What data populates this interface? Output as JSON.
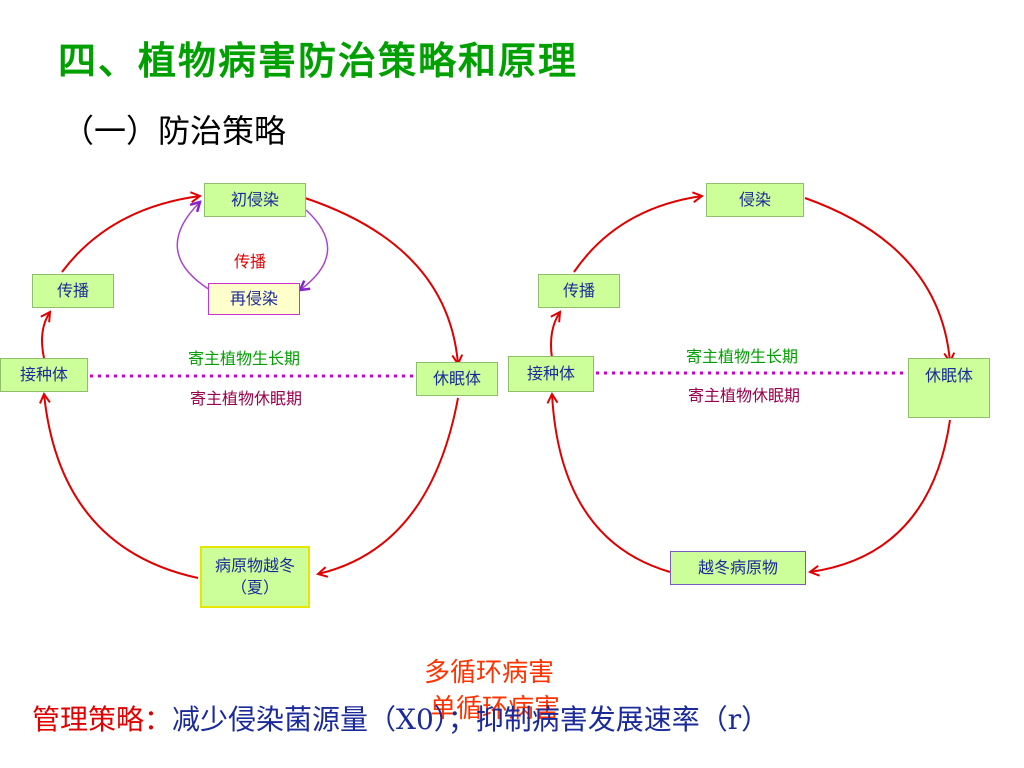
{
  "title": "四、植物病害防治策略和原理",
  "subtitle": "（一）防治策略",
  "left": {
    "box_initial": "初侵染",
    "box_spread": "传播",
    "arc_spread": "传播",
    "box_reinfect": "再侵染",
    "box_inoculum": "接种体",
    "box_dormant": "休眠体",
    "box_overwinter": "病原物越冬（夏）",
    "growth_label": "寄主植物生长期",
    "dormant_label": "寄主植物休眠期"
  },
  "right": {
    "box_infect": "侵染",
    "box_spread": "传播",
    "box_inoculum": "接种体",
    "box_dormant": "休眠体",
    "box_overwinter": "越冬病原物",
    "growth_label": "寄主植物生长期",
    "dormant_label": "寄主植物休眠期"
  },
  "labels": {
    "multi_cycle": "多循环病害",
    "single_cycle": "单循环病害"
  },
  "strategy": {
    "key": "管理策略：",
    "text": "减少侵染菌源量（X0）；抑制病害发展速率（r）"
  },
  "colors": {
    "title": "#00a000",
    "cycle_arrow": "#e00000",
    "divider": "#cc00cc",
    "box_fill": "#ccff99"
  }
}
